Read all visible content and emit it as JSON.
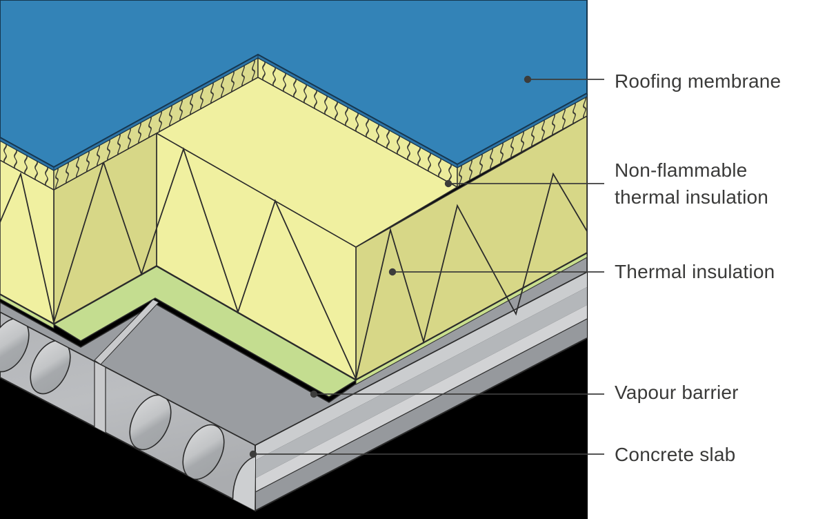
{
  "labels": {
    "roofing_membrane": "Roofing membrane",
    "non_flammable_1": "Non-flammable",
    "non_flammable_2": "thermal insulation",
    "thermal_insulation": "Thermal insulation",
    "vapour_barrier": "Vapour barrier",
    "concrete_slab": "Concrete slab"
  },
  "layers": [
    {
      "name": "Roofing membrane",
      "color": "#3383b7"
    },
    {
      "name": "Non-flammable thermal insulation",
      "color": "#ecec9c",
      "pattern": "mineral-wool waves"
    },
    {
      "name": "Thermal insulation",
      "color": "#f0f0a0",
      "shaded_color": "#d7d787",
      "pattern": "zigzag"
    },
    {
      "name": "Vapour barrier",
      "color": "#c4dd90"
    },
    {
      "name": "Concrete slab",
      "color": "#b7b9bc",
      "type": "hollow-core"
    }
  ],
  "colors": {
    "membrane": "#3383b7",
    "membrane_edge": "#2d74a6",
    "insulation_light": "#f0f0a0",
    "insulation_shade": "#d7d787",
    "wool_light": "#ecec9c",
    "wool_shade": "#dbdb8e",
    "vapour": "#c4dd90",
    "vapour_edge": "#c9df8e",
    "slab_top": "#9a9da1",
    "slab_face": "#b7b9bc",
    "background": "#000000",
    "panel": "#ffffff",
    "line": "#2b2b2b",
    "leader": "#3c3c3b",
    "text": "#3a3a39"
  }
}
